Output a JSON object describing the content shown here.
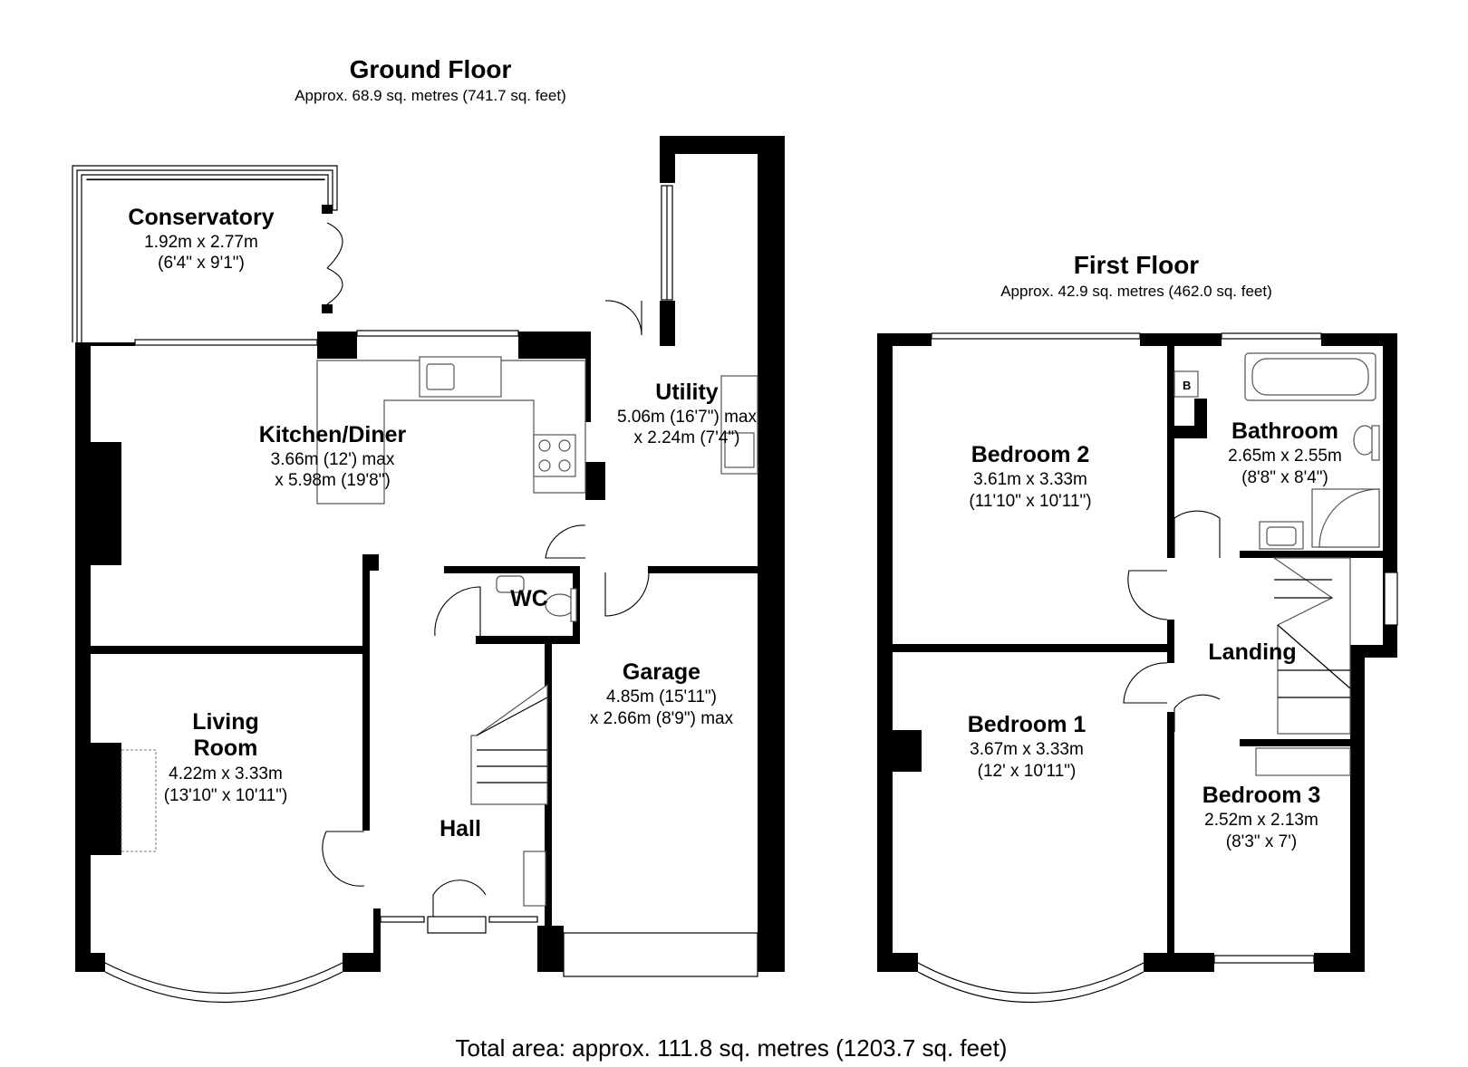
{
  "ground_floor": {
    "title": "Ground Floor",
    "area": "Approx. 68.9 sq. metres (741.7 sq. feet)"
  },
  "first_floor": {
    "title": "First Floor",
    "area": "Approx. 42.9 sq. metres (462.0 sq. feet)"
  },
  "rooms": {
    "conservatory": {
      "name": "Conservatory",
      "dim1": "1.92m x 2.77m",
      "dim2": "(6'4\" x 9'1\")"
    },
    "kitchen": {
      "name": "Kitchen/Diner",
      "dim1": "3.66m (12') max",
      "dim2": "x 5.98m (19'8\")"
    },
    "utility": {
      "name": "Utility",
      "dim1": "5.06m (16'7\") max",
      "dim2": "x 2.24m (7'4\")"
    },
    "wc": {
      "name": "WC"
    },
    "garage": {
      "name": "Garage",
      "dim1": "4.85m (15'11\")",
      "dim2": "x 2.66m (8'9\") max"
    },
    "living": {
      "name1": "Living",
      "name2": "Room",
      "dim1": "4.22m x 3.33m",
      "dim2": "(13'10\" x 10'11\")"
    },
    "hall": {
      "name": "Hall"
    },
    "bedroom2": {
      "name": "Bedroom 2",
      "dim1": "3.61m x 3.33m",
      "dim2": "(11'10\" x 10'11\")"
    },
    "bathroom": {
      "name": "Bathroom",
      "dim1": "2.65m x 2.55m",
      "dim2": "(8'8\" x 8'4\")"
    },
    "landing": {
      "name": "Landing"
    },
    "bedroom1": {
      "name": "Bedroom 1",
      "dim1": "3.67m x 3.33m",
      "dim2": "(12' x 10'11\")"
    },
    "bedroom3": {
      "name": "Bedroom 3",
      "dim1": "2.52m x 2.13m",
      "dim2": "(8'3\" x 7')"
    }
  },
  "boiler_label": "B",
  "total_area": "Total area: approx. 111.8 sq. metres (1203.7 sq. feet)"
}
